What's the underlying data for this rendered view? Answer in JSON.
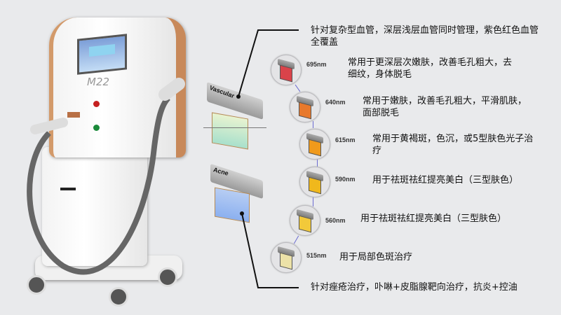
{
  "machine": {
    "model_label": "M22"
  },
  "handpieces": {
    "vascular": {
      "label": "Vascular",
      "description": "针对复杂型血管，深层浅层血管同时管理，紫色红色血管全覆盖"
    },
    "acne": {
      "label": "Acne",
      "description": "针对痤疮治疗，卟啉+皮脂腺靶向治疗，抗炎+控油"
    }
  },
  "filters": [
    {
      "wavelength": "695nm",
      "description": "常用于更深层次嫩肤，改善毛孔粗大，去细纹，身体脱毛",
      "color": "#d9434a"
    },
    {
      "wavelength": "640nm",
      "description": "常用于嫩肤，改善毛孔粗大，平滑肌肤，面部脱毛",
      "color": "#e8792c"
    },
    {
      "wavelength": "615nm",
      "description": "常用于黄褐斑，色沉，或5型肤色光子治疗",
      "color": "#f09a1c"
    },
    {
      "wavelength": "590nm",
      "description": "用于祛斑祛红提亮美白（三型肤色）",
      "color": "#f0b81c"
    },
    {
      "wavelength": "560nm",
      "description": "用于祛斑祛红提亮美白（三型肤色）",
      "color": "#f2c93a"
    },
    {
      "wavelength": "515nm",
      "description": "用于局部色斑治疗",
      "color": "#ece2a8"
    }
  ]
}
